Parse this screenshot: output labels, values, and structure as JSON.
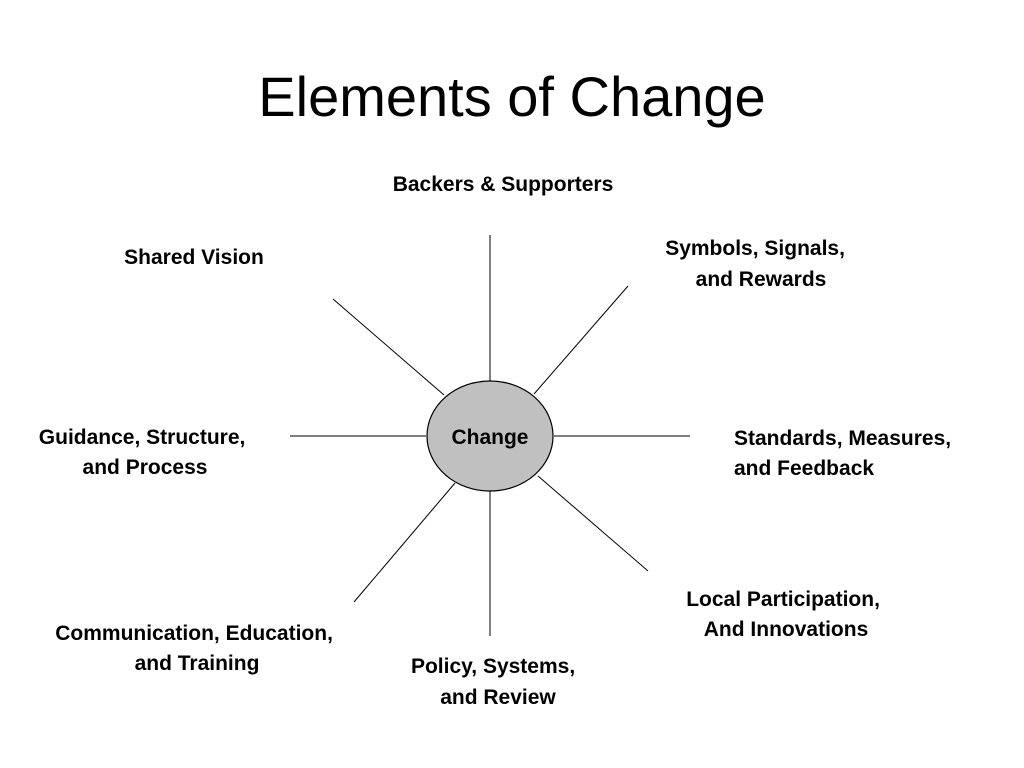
{
  "slide": {
    "title": "Elements of Change"
  },
  "hub": {
    "label": "Change",
    "fill": "#c0c0c0"
  },
  "elements": [
    {
      "id": "backers",
      "lines": [
        "Backers & Supporters"
      ]
    },
    {
      "id": "symbols",
      "lines": [
        "Symbols, Signals,",
        "and Rewards"
      ]
    },
    {
      "id": "standards",
      "lines": [
        "Standards, Measures,",
        "and Feedback"
      ]
    },
    {
      "id": "local-participation",
      "lines": [
        "Local Participation,",
        "And Innovations"
      ]
    },
    {
      "id": "policy",
      "lines": [
        "Policy, Systems,",
        "and Review"
      ]
    },
    {
      "id": "communication",
      "lines": [
        "Communication, Education,",
        "and Training"
      ]
    },
    {
      "id": "guidance",
      "lines": [
        "Guidance, Structure,",
        "and Process"
      ]
    },
    {
      "id": "shared-vision",
      "lines": [
        "Shared Vision"
      ]
    }
  ]
}
